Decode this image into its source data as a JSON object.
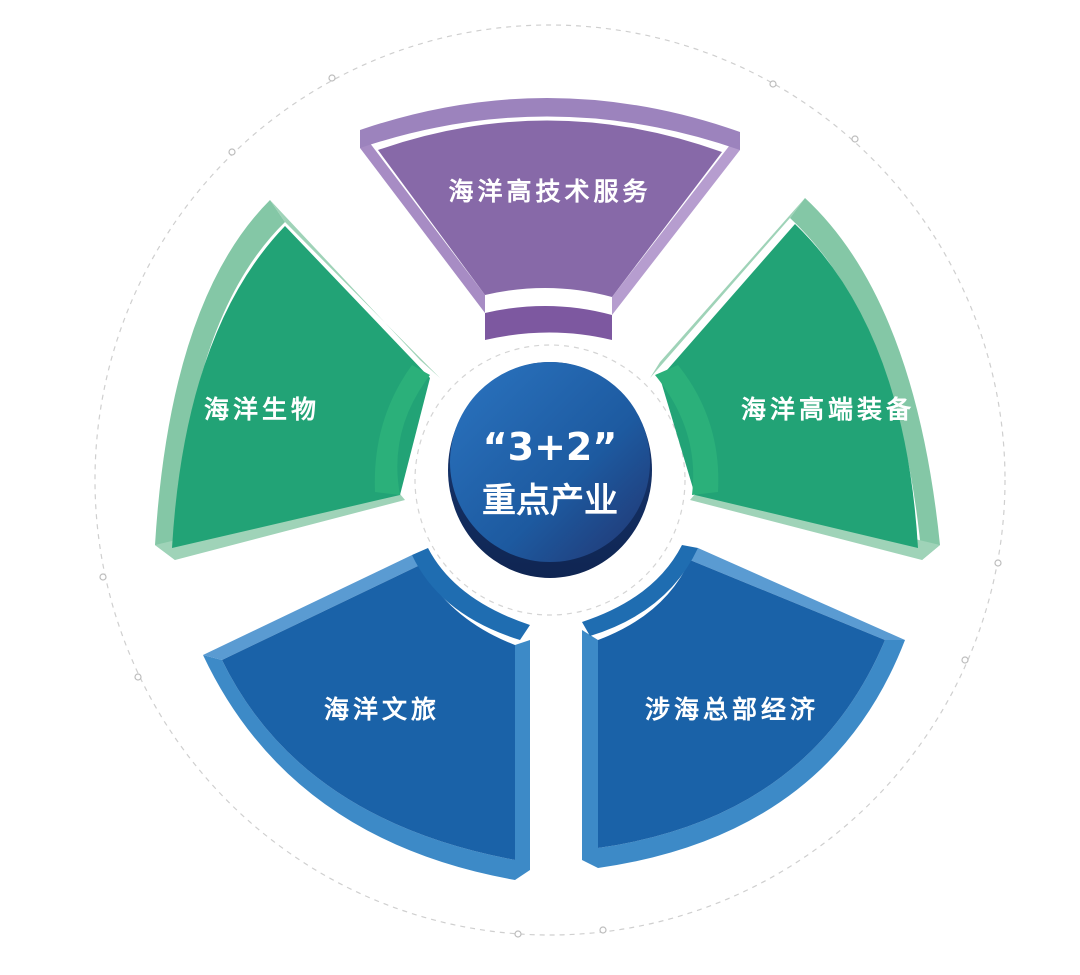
{
  "center": {
    "line1": "“3+2”",
    "line2": "重点产业"
  },
  "segments": [
    {
      "key": "tech-service",
      "label": "海洋高技术服务",
      "color_group": "purple"
    },
    {
      "key": "high-end-equipment",
      "label": "海洋高端装备",
      "color_group": "green"
    },
    {
      "key": "headquarters-economy",
      "label": "涉海总部经济",
      "color_group": "blue"
    },
    {
      "key": "culture-tourism",
      "label": "海洋文旅",
      "color_group": "blue"
    },
    {
      "key": "biology",
      "label": "海洋生物",
      "color_group": "green"
    }
  ],
  "colors": {
    "purple_front": "#8769a8",
    "purple_side": "#a78cc4",
    "purple_inner": "#7d58a0",
    "green_front": "#22a376",
    "green_side": "#84c7a6",
    "green_inner": "#2bb07a",
    "blue_front": "#1a62a8",
    "blue_side": "#3d8ac7",
    "blue_inner": "#1f6db1",
    "hub_dark": "#1b4d8e",
    "hub_light": "#2f78c2",
    "dash": "#cfcfcf"
  }
}
